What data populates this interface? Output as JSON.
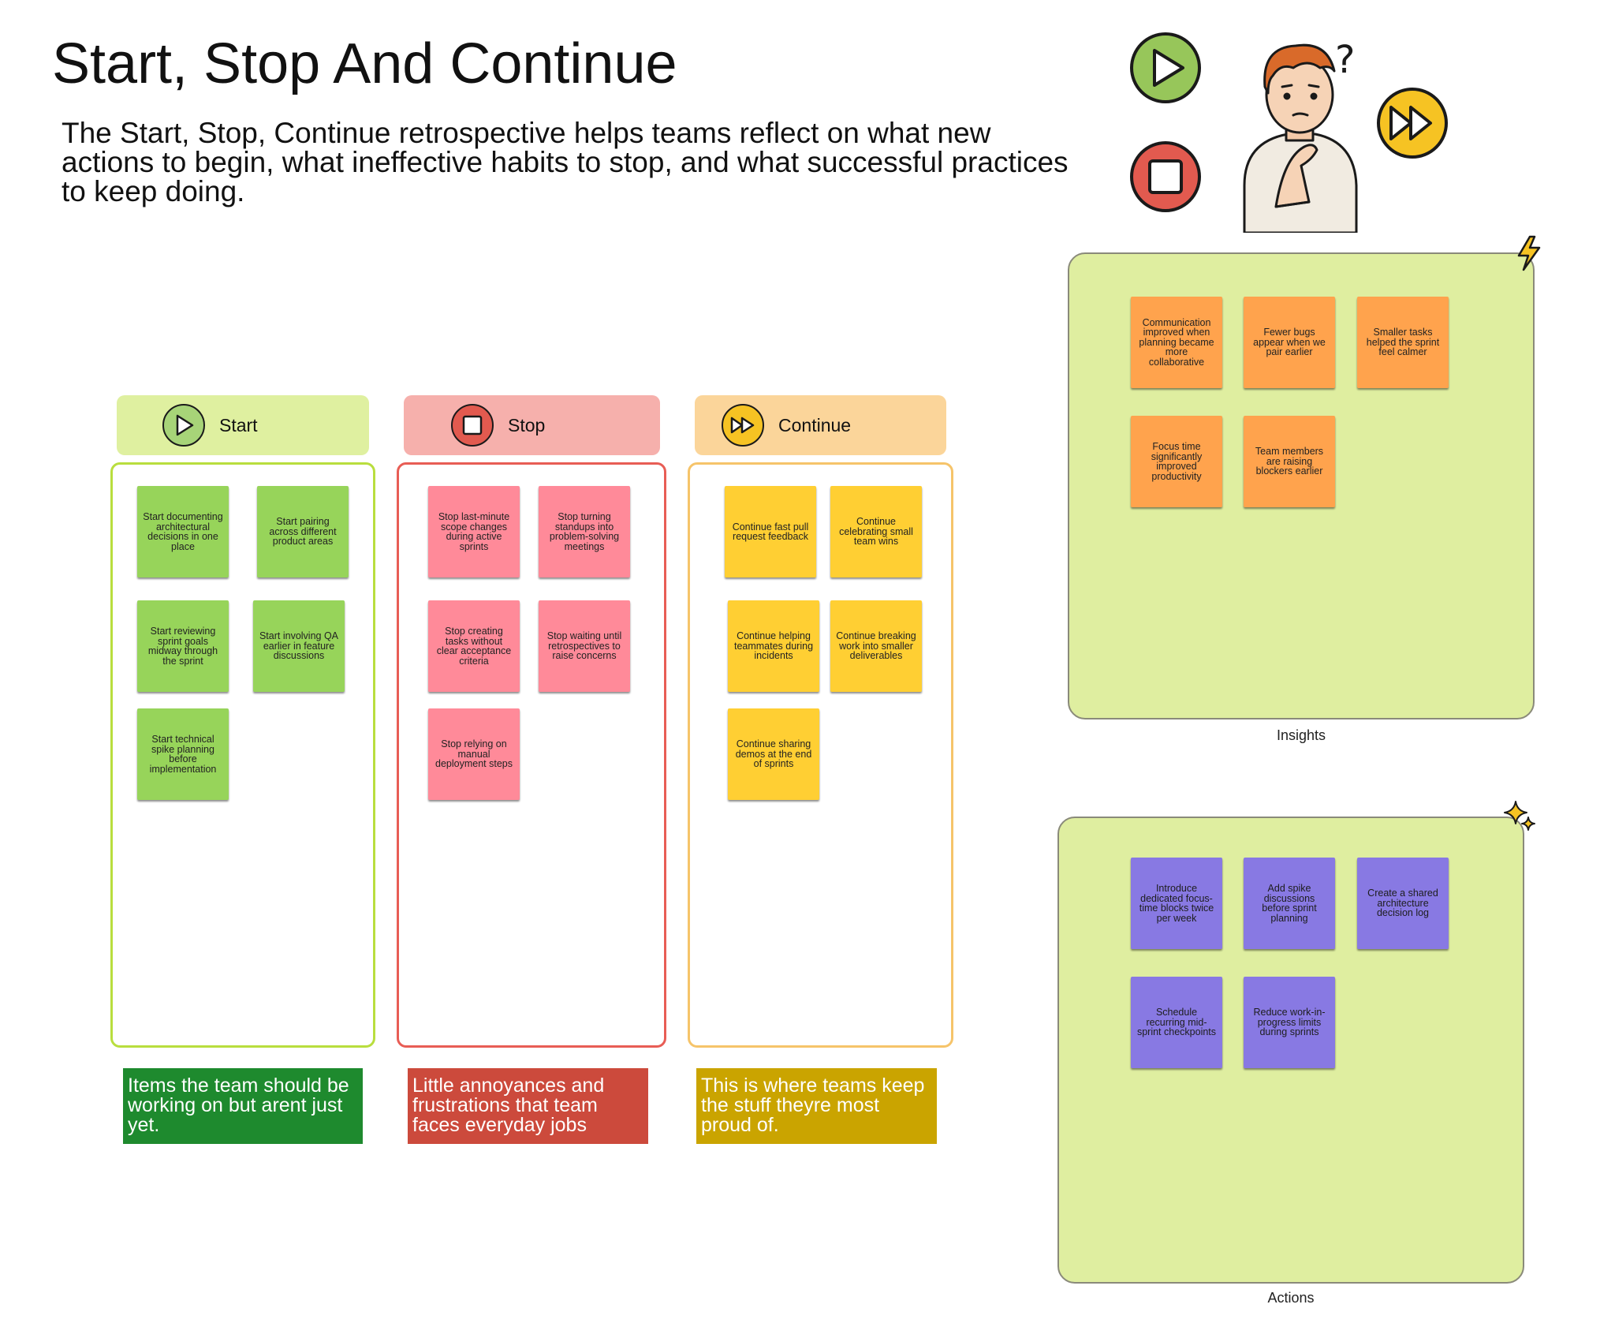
{
  "title": "Start, Stop And Continue",
  "description": "The Start, Stop, Continue retrospective helps teams reflect on what new actions to begin, what ineffective habits to stop, and what successful practices to keep doing.",
  "hero": {
    "question_mark": "?"
  },
  "columns": {
    "start": {
      "label": "Start",
      "caption": "Items the team should be working on but arent just yet.",
      "notes": [
        "Start documenting architectural decisions in one place",
        "Start pairing across different product areas",
        "Start reviewing sprint goals midway through the sprint",
        "Start involving QA earlier in feature discussions",
        "Start technical spike planning before implementation"
      ]
    },
    "stop": {
      "label": "Stop",
      "caption": "Little annoyances and frustrations that team faces everyday jobs",
      "notes": [
        "Stop last-minute scope changes during active sprints",
        "Stop turning standups into problem-solving meetings",
        "Stop creating tasks without clear acceptance criteria",
        "Stop waiting until retrospectives to raise concerns",
        "Stop relying on manual deployment steps"
      ]
    },
    "continue": {
      "label": "Continue",
      "caption": "This is where teams keep the stuff theyre most proud of.",
      "notes": [
        "Continue fast pull request feedback",
        "Continue celebrating small team wins",
        "Continue helping teammates during incidents",
        "Continue breaking work into smaller deliverables",
        "Continue sharing demos at the end of sprints"
      ]
    }
  },
  "insights": {
    "label": "Insights",
    "notes": [
      "Communication improved when planning became more collaborative",
      "Fewer bugs appear when we pair earlier",
      "Smaller tasks helped the sprint feel calmer",
      "Focus time significantly improved productivity",
      "Team members are raising blockers earlier"
    ]
  },
  "actions": {
    "label": "Actions",
    "notes": [
      "Introduce dedicated focus-time blocks twice per week",
      "Add spike discussions before sprint planning",
      "Create a shared architecture decision log",
      "Schedule recurring mid-sprint checkpoints",
      "Reduce work-in-progress limits during sprints"
    ]
  },
  "colors": {
    "start_header": "#dff0a0",
    "start_border": "#b9de3e",
    "start_caption": "#1e8a2e",
    "start_note": "#97d45a",
    "stop_header": "#f6b0ac",
    "stop_border": "#e85d55",
    "stop_caption": "#cc4a3c",
    "stop_note": "#ff8a99",
    "continue_header": "#fbd59a",
    "continue_border": "#f6c46a",
    "continue_caption": "#caa400",
    "continue_note": "#ffcf33",
    "insight_note": "#ffa34d",
    "action_note": "#8879e3",
    "panel_bg": "#dfeea0"
  },
  "icons": [
    "play-icon",
    "stop-icon",
    "fast-forward-icon",
    "thinking-man-illustration",
    "lightning-icon",
    "sparkle-icon"
  ]
}
